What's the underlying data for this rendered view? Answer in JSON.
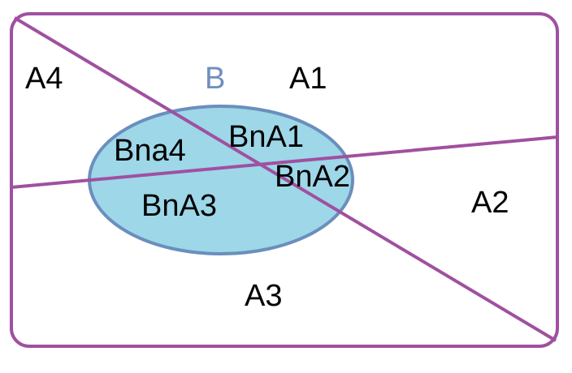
{
  "colors": {
    "frame": "#a050a0",
    "ellipse_fill": "#9dd7e8",
    "ellipse_stroke": "#6a8fbd",
    "set_b_label": "#6f8fbf",
    "text": "#000000"
  },
  "labels": {
    "a4": "A4",
    "b": "B",
    "a1": "A1",
    "bna1": "BnA1",
    "bna4": "Bna4",
    "bna2": "BnA2",
    "bna3": "BnA3",
    "a2": "A2",
    "a3": "A3"
  }
}
